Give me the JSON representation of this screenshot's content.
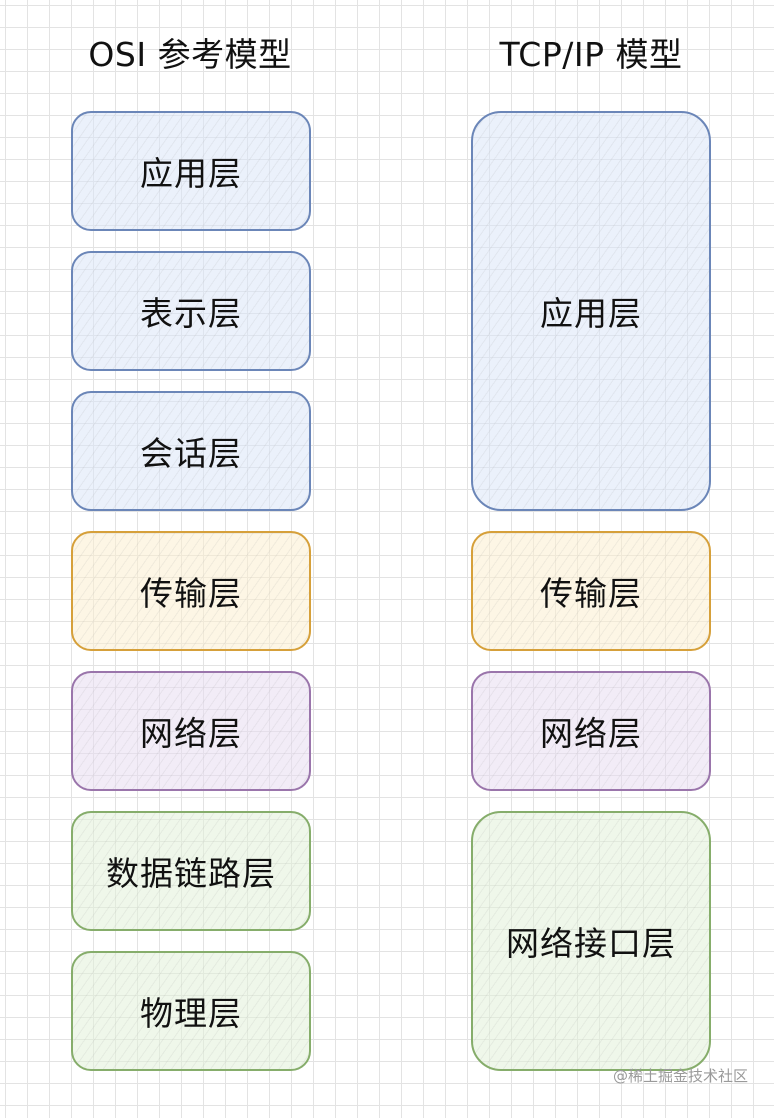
{
  "headings": {
    "osi": "OSI 参考模型",
    "tcpip": "TCP/IP 模型"
  },
  "osi_layers": [
    {
      "label": "应用层",
      "color": "#6b86b8"
    },
    {
      "label": "表示层",
      "color": "#6b86b8"
    },
    {
      "label": "会话层",
      "color": "#6b86b8"
    },
    {
      "label": "传输层",
      "color": "#d6a03a"
    },
    {
      "label": "网络层",
      "color": "#9a75ab"
    },
    {
      "label": "数据链路层",
      "color": "#86ad6b"
    },
    {
      "label": "物理层",
      "color": "#86ad6b"
    }
  ],
  "tcpip_layers": [
    {
      "label": "应用层",
      "color": "#6b86b8"
    },
    {
      "label": "传输层",
      "color": "#d6a03a"
    },
    {
      "label": "网络层",
      "color": "#9a75ab"
    },
    {
      "label": "网络接口层",
      "color": "#86ad6b"
    }
  ],
  "watermark": "@稀土掘金技术社区"
}
